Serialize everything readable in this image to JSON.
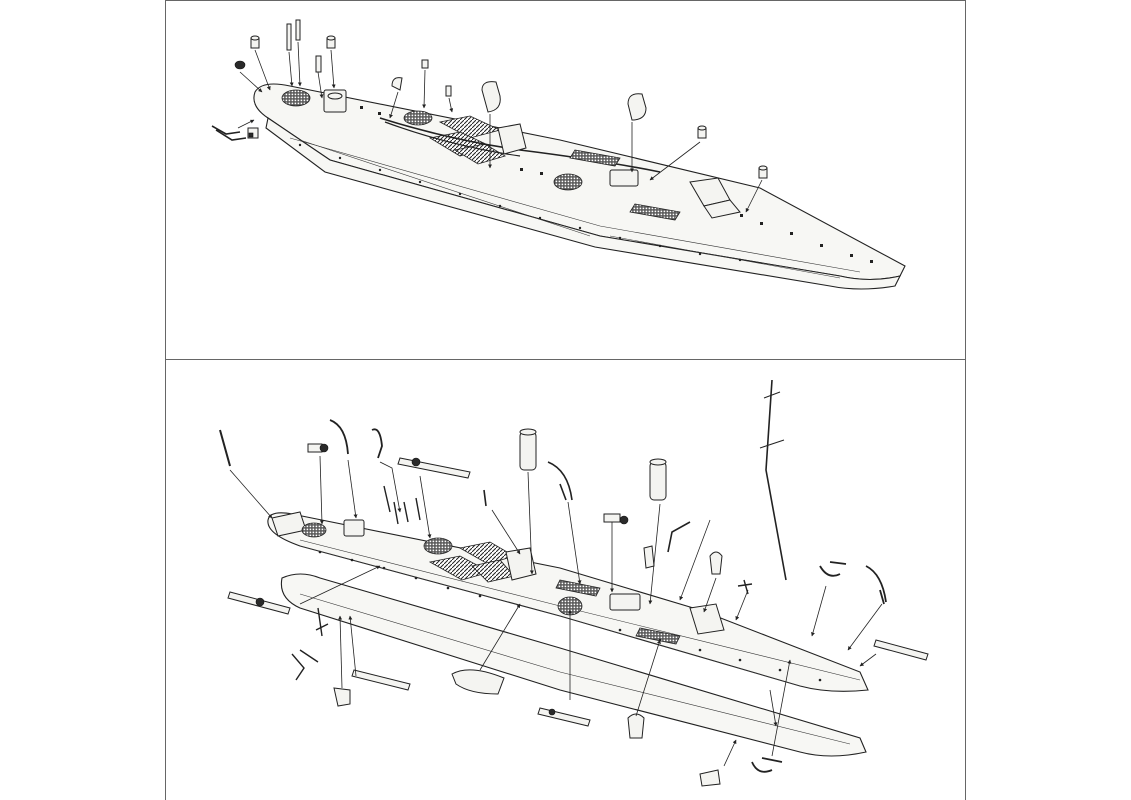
{
  "diagram": {
    "panels": [
      {
        "id": "top",
        "content": "deck-detail-assembly"
      },
      {
        "id": "bottom",
        "content": "full-hull-assembly"
      }
    ],
    "icons": [
      "funnel-icon",
      "ventilator-icon",
      "gun-icon",
      "anchor-icon",
      "mast-icon",
      "boat-icon",
      "searchlight-icon"
    ]
  }
}
